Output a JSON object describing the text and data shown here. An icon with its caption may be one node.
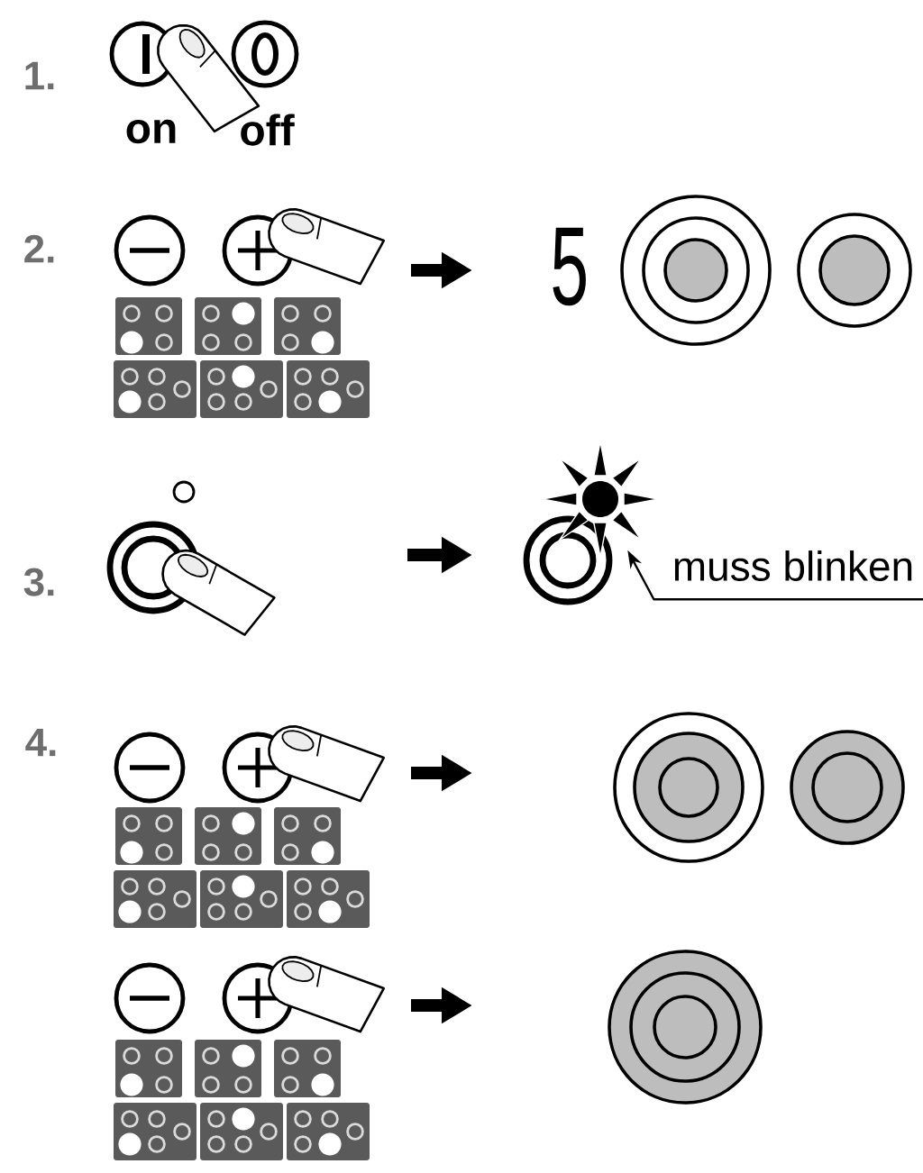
{
  "diagram": {
    "nodes": [
      {
        "text": [],
        "shape": "sun"
      },
      {
        "text": [
          "muss blinken"
        ]
      }
    ],
    "edges": [
      {
        "from": 1,
        "to": 0,
        "arrow": "to"
      }
    ],
    "labels": [
      "1.",
      "on",
      "off",
      "2.",
      "5",
      "3.",
      "4."
    ]
  }
}
